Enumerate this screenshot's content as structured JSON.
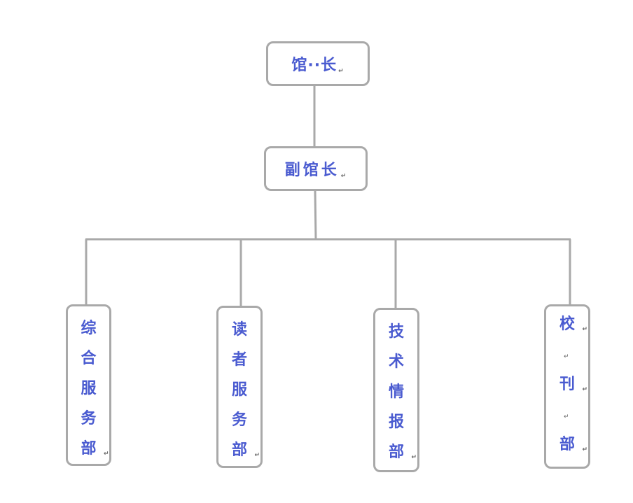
{
  "colors": {
    "text": "#4a5bd0",
    "line": "#a9a9a9"
  },
  "top": {
    "label": "馆··长"
  },
  "deputy": {
    "label": "副馆长"
  },
  "depts": [
    {
      "chars": [
        "综",
        "合",
        "服",
        "务",
        "部"
      ]
    },
    {
      "chars": [
        "读",
        "者",
        "服",
        "务",
        "部"
      ]
    },
    {
      "chars": [
        "技",
        "术",
        "情",
        "报",
        "部"
      ]
    },
    {
      "chars": [
        "校",
        "",
        "刊",
        "",
        "部"
      ]
    }
  ],
  "para_mark": "↵"
}
